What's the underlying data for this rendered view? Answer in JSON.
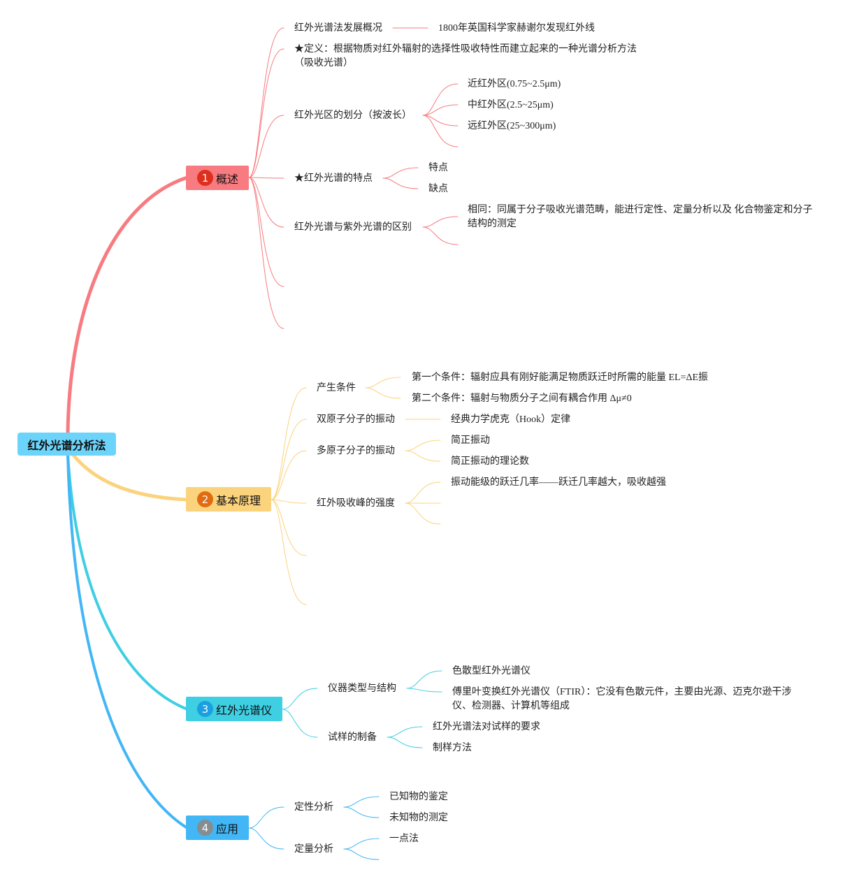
{
  "root": {
    "label": "红外光谱分析法"
  },
  "colors": {
    "overview": "#f77b80",
    "principle": "#fbd37d",
    "instrument": "#3ecfe3",
    "application": "#43b6f5"
  },
  "branches": [
    {
      "number": "1",
      "label": "概述",
      "children": [
        {
          "label": "红外光谱法发展概况",
          "children": [
            "1800年英国科学家赫谢尔发现红外线"
          ]
        },
        {
          "label": "★定义：根据物质对红外辐射的选择性吸收特性而建立起来的一种光谱分析方法（吸收光谱）"
        },
        {
          "label": "红外光区的划分（按波长）",
          "children": [
            "近红外区(0.75~2.5μm)",
            "中红外区(2.5~25μm)",
            "远红外区(25~300μm)"
          ]
        },
        {
          "label": "★红外光谱的特点",
          "children": [
            "特点",
            "缺点"
          ]
        },
        {
          "label": "红外光谱与紫外光谱的区别",
          "children": [
            "相同：同属于分子吸收光谱范畴，能进行定性、定量分析以及 化合物鉴定和分子结构的测定"
          ]
        }
      ]
    },
    {
      "number": "2",
      "label": "基本原理",
      "children": [
        {
          "label": "产生条件",
          "children": [
            "第一个条件：辐射应具有刚好能满足物质跃迁时所需的能量 EL=ΔE振",
            "第二个条件：辐射与物质分子之间有耦合作用 Δμ≠0"
          ]
        },
        {
          "label": "双原子分子的振动",
          "children": [
            "经典力学虎克（Hook）定律"
          ]
        },
        {
          "label": "多原子分子的振动",
          "children": [
            "简正振动",
            "简正振动的理论数"
          ]
        },
        {
          "label": "红外吸收峰的强度",
          "children": [
            "振动能级的跃迁几率——跃迁几率越大，吸收越强"
          ]
        }
      ]
    },
    {
      "number": "3",
      "label": "红外光谱仪",
      "children": [
        {
          "label": "仪器类型与结构",
          "children": [
            "色散型红外光谱仪",
            "傅里叶变换红外光谱仪（FTIR）：它没有色散元件，主要由光源、迈克尔逊干涉仪、检测器、计算机等组成"
          ]
        },
        {
          "label": "试样的制备",
          "children": [
            "红外光谱法对试样的要求",
            "制样方法"
          ]
        }
      ]
    },
    {
      "number": "4",
      "label": "应用",
      "children": [
        {
          "label": "定性分析",
          "children": [
            "已知物的鉴定",
            "未知物的测定"
          ]
        },
        {
          "label": "定量分析",
          "children": [
            "一点法"
          ]
        }
      ]
    }
  ]
}
